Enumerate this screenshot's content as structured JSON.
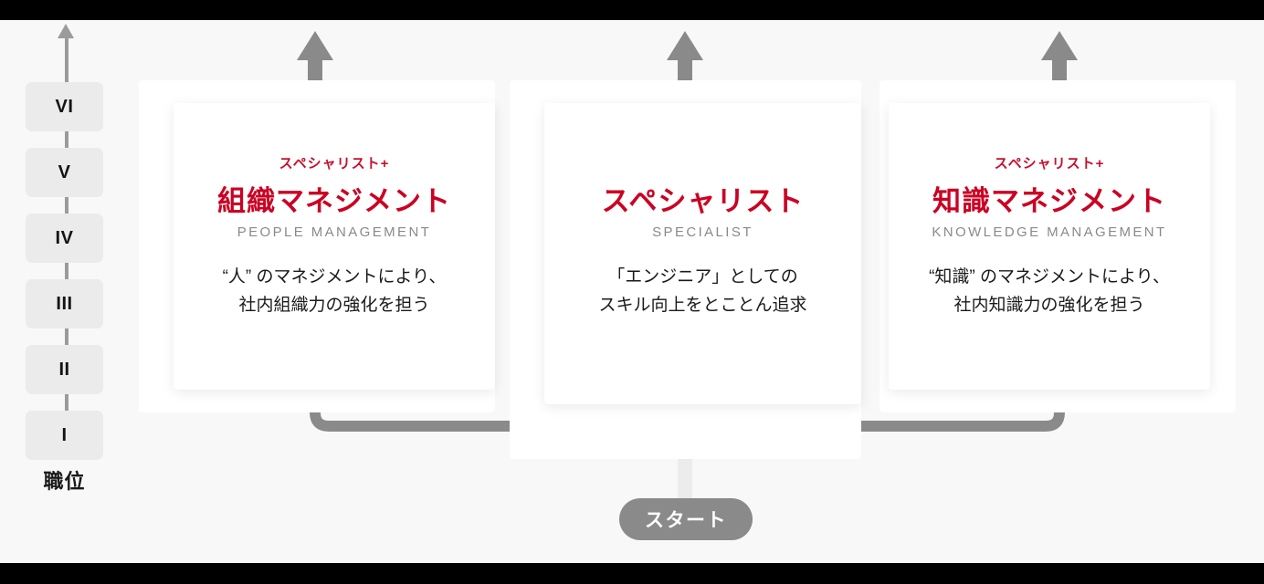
{
  "axis": {
    "label": "職位",
    "ranks": [
      "VI",
      "V",
      "IV",
      "III",
      "II",
      "I"
    ],
    "arrow_icon": "up-arrow-icon"
  },
  "start": {
    "label": "スタート"
  },
  "colors": {
    "accent_red": "#cc0022",
    "badge_red": "#c8102e",
    "connector_gray": "#8a8a8a",
    "rank_box_gray": "#ebebeb",
    "background": "#f8f8f8"
  },
  "tracks": [
    {
      "badge": "スペシャリスト+",
      "title": "組織マネジメント",
      "subtitle": "PEOPLE MANAGEMENT",
      "desc_line1": "“人” のマネジメントにより、",
      "desc_line2": "社内組織力の強化を担う"
    },
    {
      "badge": "",
      "title": "スペシャリスト",
      "subtitle": "SPECIALIST",
      "desc_line1": "「エンジニア」としての",
      "desc_line2": "スキル向上をとことん追求"
    },
    {
      "badge": "スペシャリスト+",
      "title": "知識マネジメント",
      "subtitle": "KNOWLEDGE MANAGEMENT",
      "desc_line1": "“知識” のマネジメントにより、",
      "desc_line2": "社内知識力の強化を担う"
    }
  ]
}
